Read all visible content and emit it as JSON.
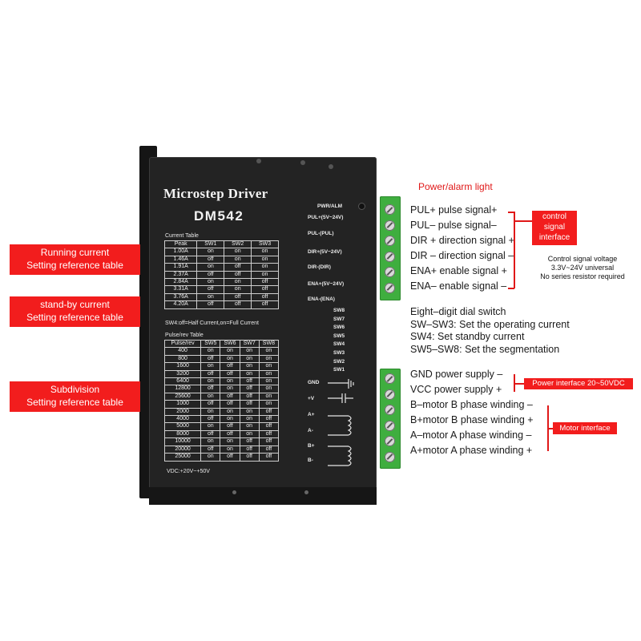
{
  "device": {
    "title": "Microstep Driver",
    "model": "DM542",
    "current_table_title": "Current Table",
    "current_table_headers": [
      "Peak",
      "SW1",
      "SW2",
      "SW3"
    ],
    "current_table_rows": [
      [
        "1.00A",
        "on",
        "on",
        "on"
      ],
      [
        "1.46A",
        "off",
        "on",
        "on"
      ],
      [
        "1.91A",
        "on",
        "off",
        "on"
      ],
      [
        "2.37A",
        "off",
        "off",
        "on"
      ],
      [
        "2.84A",
        "on",
        "on",
        "off"
      ],
      [
        "3.31A",
        "off",
        "on",
        "off"
      ],
      [
        "3.76A",
        "on",
        "off",
        "off"
      ],
      [
        "4.20A",
        "off",
        "off",
        "off"
      ]
    ],
    "sw4_note": "SW4:off=Half Current,on=Full Current",
    "pulse_table_title": "Pulse/rev Table",
    "pulse_table_headers": [
      "Pulse/rev",
      "SW5",
      "SW6",
      "SW7",
      "SW8"
    ],
    "pulse_table_rows": [
      [
        "400",
        "on",
        "on",
        "on",
        "on"
      ],
      [
        "800",
        "off",
        "on",
        "on",
        "on"
      ],
      [
        "1600",
        "on",
        "off",
        "on",
        "on"
      ],
      [
        "3200",
        "off",
        "off",
        "on",
        "on"
      ],
      [
        "6400",
        "on",
        "on",
        "off",
        "on"
      ],
      [
        "12800",
        "off",
        "on",
        "off",
        "on"
      ],
      [
        "25600",
        "on",
        "off",
        "off",
        "on"
      ],
      [
        "1000",
        "off",
        "off",
        "off",
        "on"
      ],
      [
        "2000",
        "on",
        "on",
        "on",
        "off"
      ],
      [
        "4000",
        "off",
        "on",
        "on",
        "off"
      ],
      [
        "5000",
        "on",
        "off",
        "on",
        "off"
      ],
      [
        "8000",
        "off",
        "off",
        "on",
        "off"
      ],
      [
        "10000",
        "on",
        "on",
        "off",
        "off"
      ],
      [
        "20000",
        "off",
        "on",
        "off",
        "off"
      ],
      [
        "25000",
        "on",
        "off",
        "off",
        "off"
      ]
    ],
    "vdc_note": "VDC:+20V~+50V",
    "pwr_alm": "PWR/ALM",
    "signal_terminals": [
      "PUL+(5V~24V)",
      "PUL-(PUL)",
      "DIR+(5V~24V)",
      "DIR-(DIR)",
      "ENA+(5V~24V)",
      "ENA-(ENA)"
    ],
    "dip_switches": [
      "SW8",
      "SW7",
      "SW6",
      "SW5",
      "SW4",
      "SW3",
      "SW2",
      "SW1"
    ],
    "power_terminals": [
      "GND",
      "+V",
      "A+",
      "A-",
      "B+",
      "B-"
    ]
  },
  "left_labels": {
    "running": [
      "Running current",
      "Setting reference table"
    ],
    "standby": [
      "stand-by current",
      "Setting reference table"
    ],
    "subdivision": [
      "Subdivision",
      "Setting reference table"
    ]
  },
  "right_labels": {
    "power_alarm": "Power/alarm light",
    "signals": [
      "PUL+ pulse signal+",
      "PUL– pulse signal–",
      "DIR + direction signal +",
      "DIR – direction signal –",
      "ENA+ enable signal +",
      "ENA– enable signal –"
    ],
    "control_box": [
      "control",
      "signal",
      "interface"
    ],
    "voltage_note": [
      "Control signal voltage",
      "3.3V~24V universal",
      "No series resistor required"
    ],
    "dial": [
      "Eight–digit dial switch",
      "SW–SW3: Set the operating current",
      "SW4: Set standby current",
      "SW5–SW8: Set the segmentation"
    ],
    "power": [
      "GND power supply –",
      "VCC power supply +"
    ],
    "power_interface": "Power interface 20~50VDC",
    "motor": [
      "B–motor B phase winding –",
      "B+motor B phase winding +",
      "A–motor A phase winding –",
      "A+motor A phase winding +"
    ],
    "motor_interface": "Motor interface"
  },
  "colors": {
    "accent_red": "#f21d1d",
    "terminal_green": "#3fae3f",
    "device_body": "#232323"
  }
}
